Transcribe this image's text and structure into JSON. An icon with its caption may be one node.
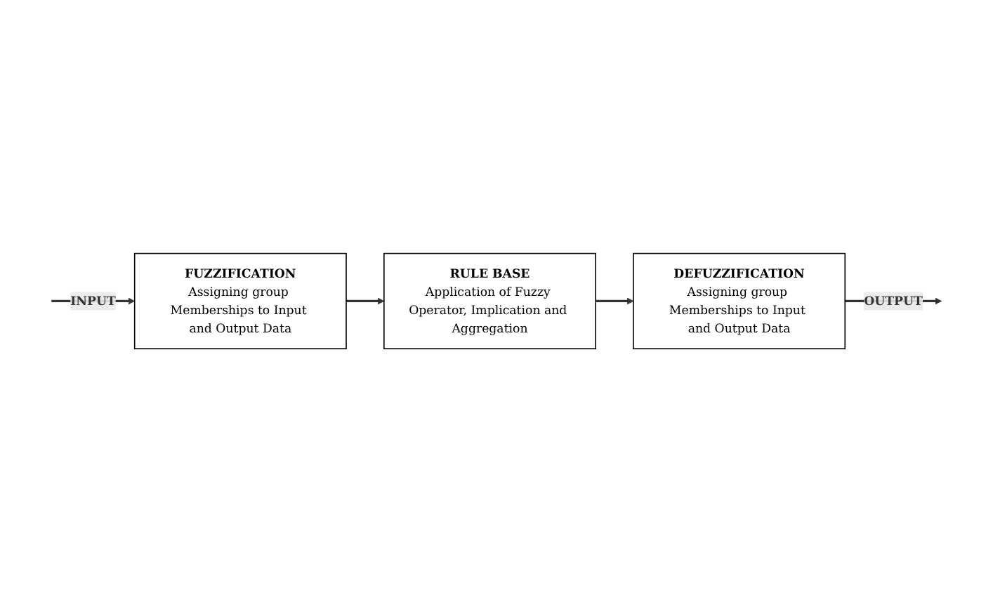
{
  "diagram": {
    "nodes": [
      {
        "text": [
          "FUZZIFICATION",
          "Assigning group Memberships to Input and Output Data"
        ]
      },
      {
        "text": [
          "RULE BASE",
          "Application of Fuzzy Operator, Implication and Aggregation"
        ]
      },
      {
        "text": [
          "DEFUZZIFICATION",
          "Assigning group Memberships to Input and Output Data"
        ]
      }
    ],
    "edges": [
      {
        "from": null,
        "to": 0,
        "arrow": "to",
        "label": "INPUT"
      },
      {
        "from": 0,
        "to": 1,
        "arrow": "to"
      },
      {
        "from": 1,
        "to": 2,
        "arrow": "to"
      },
      {
        "from": 2,
        "to": null,
        "arrow": "to",
        "label": "OUTPUT"
      }
    ]
  }
}
